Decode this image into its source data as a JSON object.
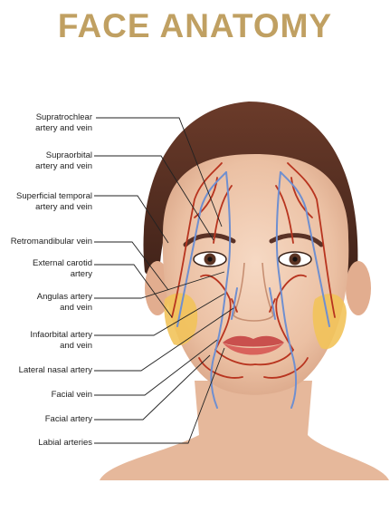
{
  "title": "FACE ANATOMY",
  "labels": [
    {
      "line1": "Supratrochlear",
      "line2": "artery and vein"
    },
    {
      "line1": "Supraorbital",
      "line2": "artery and vein"
    },
    {
      "line1": "Superficial temporal",
      "line2": "artery and vein"
    },
    {
      "line1": "Retromandibular vein",
      "line2": ""
    },
    {
      "line1": "External carotid",
      "line2": "artery"
    },
    {
      "line1": "Angulas artery",
      "line2": "and vein"
    },
    {
      "line1": "Infaorbital artery",
      "line2": "and vein"
    },
    {
      "line1": "Lateral nasal  artery",
      "line2": ""
    },
    {
      "line1": "Facial vein",
      "line2": ""
    },
    {
      "line1": "Facial artery",
      "line2": ""
    },
    {
      "line1": "Labial arteries",
      "line2": ""
    }
  ],
  "colors": {
    "title": "#c0a062",
    "artery": "#b8341f",
    "vein": "#6f8fd0",
    "fat": "#f2c35a",
    "skin": "#efc7ad",
    "hair": "#5a3226"
  }
}
